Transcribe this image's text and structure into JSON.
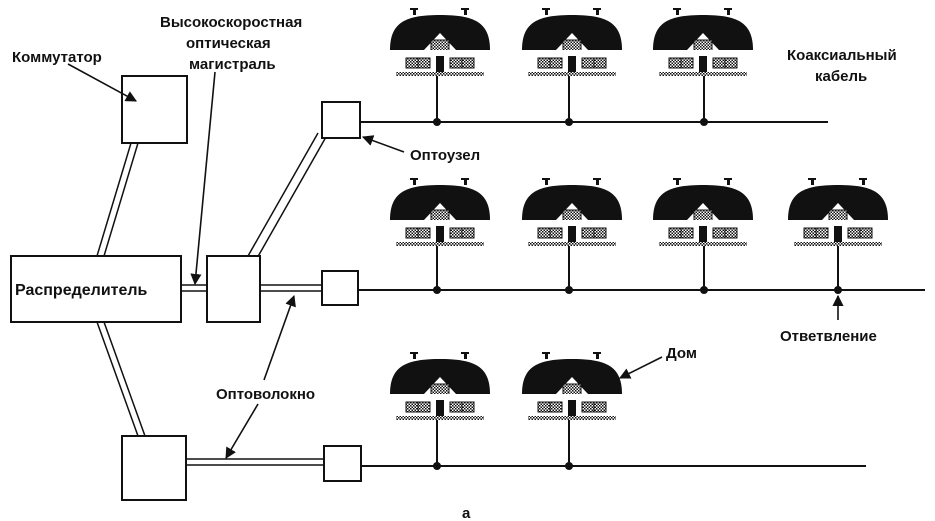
{
  "labels": {
    "switch": "Коммутатор",
    "backbone_line1": "Высокоскоростная",
    "backbone_line2": "оптическая",
    "backbone_line3": "магистраль",
    "coax_line1": "Коаксиальный",
    "coax_line2": "кабель",
    "optonode": "Оптоузел",
    "distributor": "Распределитель",
    "tap": "Ответвление",
    "house": "Дом",
    "fiber": "Оптоволокно",
    "caption": "а"
  },
  "colors": {
    "ink": "#111111",
    "paper": "#ffffff",
    "window_dither": "#9a9a9a"
  }
}
